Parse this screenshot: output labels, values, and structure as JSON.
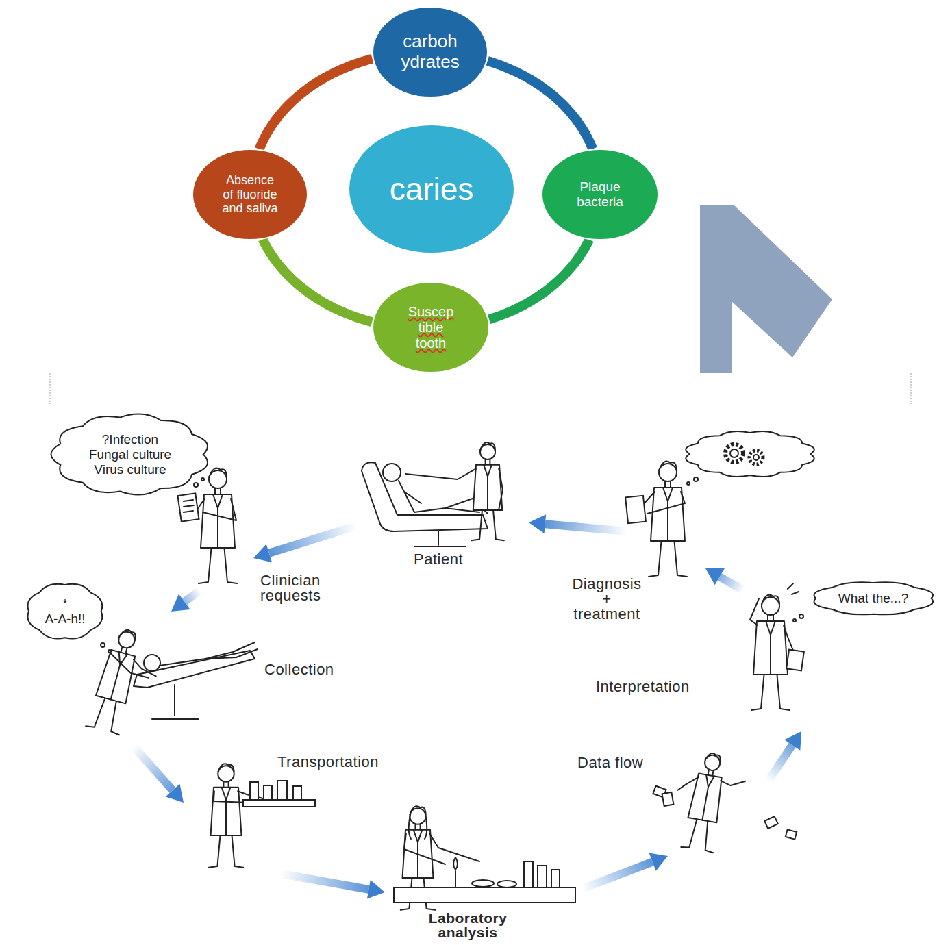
{
  "diagram": {
    "nodes": [
      {
        "text": [
          "carboh ydrates"
        ]
      },
      {
        "text": [
          "Absence of fluoride and saliva"
        ]
      },
      {
        "text": [
          "caries"
        ]
      },
      {
        "text": [
          "Plaque bacteria"
        ]
      },
      {
        "text": [
          "Suscep tible tooth"
        ]
      },
      {
        "text": [
          "?Infection Fungal culture Virus culture"
        ]
      },
      {
        "text": [
          "What the...?"
        ]
      },
      {
        "text": [
          "*",
          "A-A-h!!"
        ]
      }
    ],
    "edges": [
      {
        "from": 0,
        "to": 3,
        "arrow": "none"
      },
      {
        "from": 3,
        "to": 4,
        "arrow": "none"
      },
      {
        "from": 4,
        "to": 1,
        "arrow": "none"
      },
      {
        "from": 1,
        "to": 0,
        "arrow": "none"
      }
    ],
    "labels": [
      "Patient",
      "Clinician requests",
      "Collection",
      "Transportation",
      "Laboratory analysis",
      "Data flow",
      "Interpretation",
      "Diagnosis + treatment"
    ]
  }
}
